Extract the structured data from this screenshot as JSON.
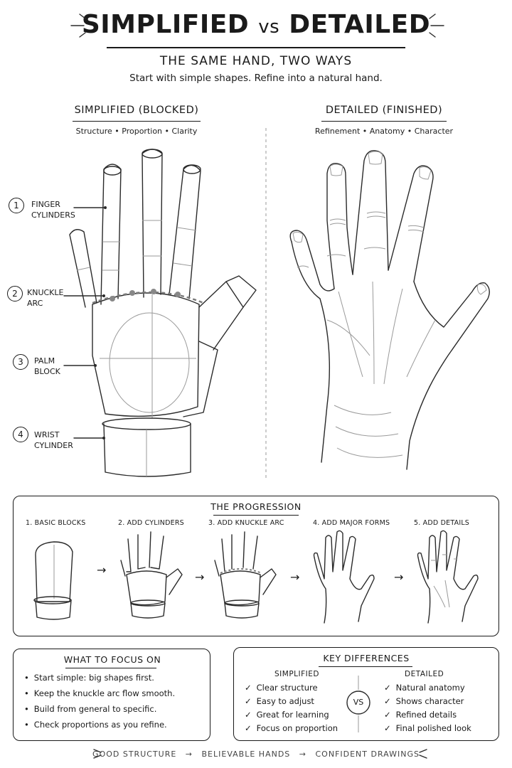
{
  "header": {
    "title_left": "SIMPLIFIED",
    "title_vs": "vs",
    "title_right": "DETAILED",
    "subtitle": "THE SAME HAND, TWO WAYS",
    "tagline": "Start with simple shapes. Refine into a natural hand."
  },
  "left": {
    "heading": "SIMPLIFIED (BLOCKED)",
    "sub": "Structure • Proportion • Clarity",
    "callouts": [
      {
        "num": "1",
        "line1": "FINGER",
        "line2": "CYLINDERS"
      },
      {
        "num": "2",
        "line1": "KNUCKLE",
        "line2": "ARC"
      },
      {
        "num": "3",
        "line1": "PALM",
        "line2": "BLOCK"
      },
      {
        "num": "4",
        "line1": "WRIST",
        "line2": "CYLINDER"
      }
    ]
  },
  "right": {
    "heading": "DETAILED (FINISHED)",
    "sub": "Refinement • Anatomy • Character"
  },
  "progression": {
    "title": "THE PROGRESSION",
    "steps": [
      "1. BASIC BLOCKS",
      "2. ADD CYLINDERS",
      "3. ADD KNUCKLE ARC",
      "4. ADD MAJOR FORMS",
      "5. ADD DETAILS"
    ],
    "arrow": "→"
  },
  "focus": {
    "title": "WHAT TO FOCUS ON",
    "items": [
      "Start simple: big shapes first.",
      "Keep the knuckle arc flow smooth.",
      "Build from general to specific.",
      "Check proportions as you refine."
    ]
  },
  "differences": {
    "title": "KEY DIFFERENCES",
    "left_head": "SIMPLIFIED",
    "right_head": "DETAILED",
    "vs": "VS",
    "left_items": [
      "Clear structure",
      "Easy to adjust",
      "Great for learning",
      "Focus on proportion"
    ],
    "right_items": [
      "Natural anatomy",
      "Shows character",
      "Refined details",
      "Final polished look"
    ]
  },
  "footer": {
    "a": "GOOD STRUCTURE",
    "b": "BELIEVABLE HANDS",
    "c": "CONFIDENT DRAWINGS",
    "arrow": "→"
  }
}
